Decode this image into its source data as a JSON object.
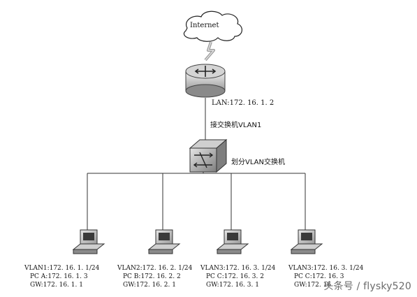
{
  "internet": {
    "label": "Internet"
  },
  "router": {
    "lan_label": "LAN:172. 16. 1. 2"
  },
  "uplink": {
    "label": "接交换机VLAN1"
  },
  "switch": {
    "label": "划分VLAN交换机"
  },
  "pcs": [
    {
      "vlan": "VLAN1:172. 16. 1. 1/24",
      "pc": "PC A:172. 16. 1. 3",
      "gw": "GW:172. 16. 1. 1"
    },
    {
      "vlan": "VLAN2:172. 16. 2. 1/24",
      "pc": "PC B:172. 16. 2. 2",
      "gw": "GW:172. 16. 2. 1"
    },
    {
      "vlan": "VLAN3:172. 16. 3. 1/24",
      "pc": "PC C:172. 16. 3. 2",
      "gw": "GW:172. 16. 3. 1"
    },
    {
      "vlan": "VLAN3:172. 16. 3. 1/24",
      "pc": "PC C:172. 16. 3",
      "gw": "GW:172. 16"
    }
  ],
  "watermark": "头条号 / flysky520"
}
